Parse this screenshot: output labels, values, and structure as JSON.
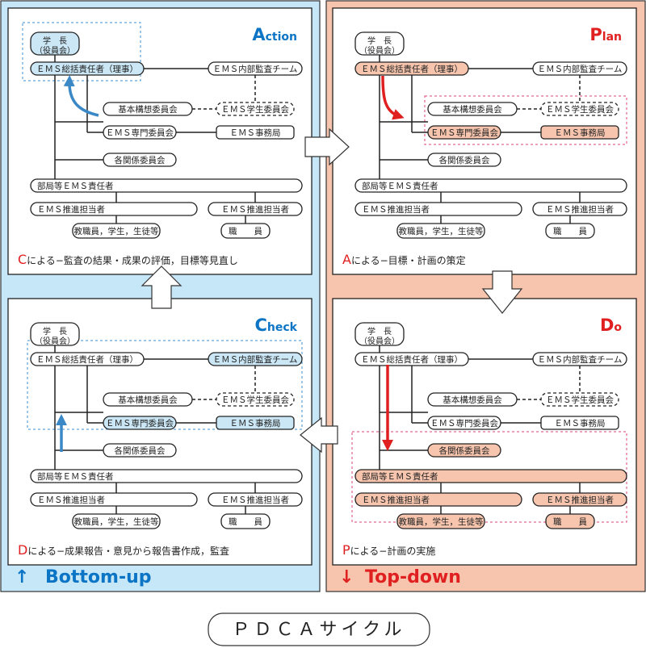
{
  "panels": {
    "action": {
      "big_letter": "A",
      "rest": "ction",
      "caption_letter": "C",
      "caption_text": "による−監査の結果・成果の評価，目標等見直し"
    },
    "plan": {
      "big_letter": "P",
      "rest": "lan",
      "caption_letter": "A",
      "caption_text": "による−目標・計画の策定"
    },
    "check": {
      "big_letter": "C",
      "rest": "heck",
      "caption_letter": "D",
      "caption_text": "による−成果報告・意見から報告書作成，監査"
    },
    "do": {
      "big_letter": "D",
      "rest": "o",
      "caption_letter": "P",
      "caption_text": "による−計画の実施"
    }
  },
  "org": {
    "president_line1": "学　長",
    "president_line2": "（役員会）",
    "ems_chief": "ＥＭＳ総括責任者（理事）",
    "audit_team": "ＥＭＳ内部監査チーム",
    "basic_committee": "基本構想委員会",
    "student_committee": "ＥＭＳ学生委員会",
    "special_committee": "ＥＭＳ専門委員会",
    "office": "ＥＭＳ事務局",
    "related_committees": "各関係委員会",
    "dept_head": "部局等ＥＭＳ責任者",
    "promoter": "ＥＭＳ推進担当者",
    "faculty": "教職員，学生，生徒等",
    "staff": "職　　員"
  },
  "flows": {
    "bottom_up_arrow": "↑",
    "bottom_up": "Bottom-up",
    "top_down_arrow": "↓",
    "top_down": "Top-down"
  },
  "footer_title": "ＰＤＣＡサイクル",
  "colors": {
    "blue_bg": "#c6e7f7",
    "blue_text": "#0b74c5",
    "blue_arrow": "#3a88c5",
    "salmon_bg": "#f7c5ae",
    "red_text": "#e02020",
    "highlight_blue": "#cbe7f5",
    "highlight_salmon": "#f7c5ae"
  }
}
